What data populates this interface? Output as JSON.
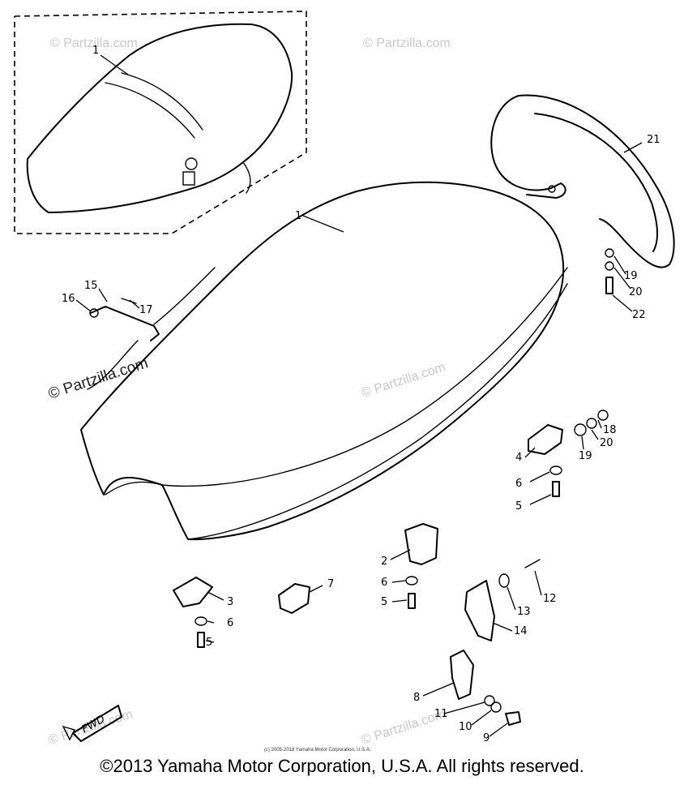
{
  "diagram": {
    "callouts": [
      {
        "id": "c1-inset",
        "text": "1"
      },
      {
        "id": "c1-main",
        "text": "1"
      },
      {
        "id": "c2",
        "text": "2"
      },
      {
        "id": "c3",
        "text": "3"
      },
      {
        "id": "c4",
        "text": "4"
      },
      {
        "id": "c5a",
        "text": "5"
      },
      {
        "id": "c5b",
        "text": "5"
      },
      {
        "id": "c5c",
        "text": "5"
      },
      {
        "id": "c6a",
        "text": "6"
      },
      {
        "id": "c6b",
        "text": "6"
      },
      {
        "id": "c6c",
        "text": "6"
      },
      {
        "id": "c7",
        "text": "7"
      },
      {
        "id": "c8",
        "text": "8"
      },
      {
        "id": "c9",
        "text": "9"
      },
      {
        "id": "c10",
        "text": "10"
      },
      {
        "id": "c11",
        "text": "11"
      },
      {
        "id": "c12",
        "text": "12"
      },
      {
        "id": "c13",
        "text": "13"
      },
      {
        "id": "c14",
        "text": "14"
      },
      {
        "id": "c15",
        "text": "15"
      },
      {
        "id": "c16",
        "text": "16"
      },
      {
        "id": "c17",
        "text": "17"
      },
      {
        "id": "c18",
        "text": "18"
      },
      {
        "id": "c19a",
        "text": "19"
      },
      {
        "id": "c19b",
        "text": "19"
      },
      {
        "id": "c20a",
        "text": "20"
      },
      {
        "id": "c20b",
        "text": "20"
      },
      {
        "id": "c21",
        "text": "21"
      },
      {
        "id": "c22",
        "text": "22"
      }
    ],
    "fwd_label": "FWD",
    "watermarks": {
      "small": "© Partzilla.com",
      "prominent": "© Partzilla.com"
    },
    "fine_print": "(c) 2005-2018 Yamaha Motor Corporation, U.S.A.",
    "copyright": "©2013 Yamaha Motor Corporation, U.S.A. All rights reserved."
  }
}
